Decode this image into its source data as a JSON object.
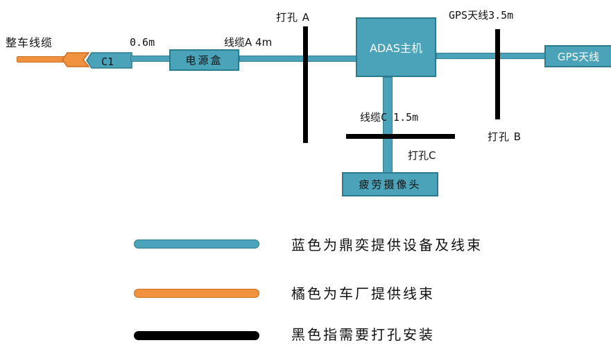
{
  "diagram": {
    "vehicle_harness_label": "整车线缆",
    "c1_connector_label": "C1",
    "length_06_label": "0.6m",
    "power_box_label": "电源盒",
    "cable_a_label": "线缆A 4m",
    "drill_a_label": "打孔 A",
    "adas_host_label": "ADAS主机",
    "gps_antenna_cable_label": "GPS天线3.5m",
    "gps_antenna_label": "GPS天线",
    "drill_b_label": "打孔 B",
    "cable_c_label": "线缆C 1.5m",
    "drill_c_label": "打孔C",
    "fatigue_camera_label": "疲劳摄像头"
  },
  "legend": [
    {
      "text": "蓝色为鼎奕提供设备及线束",
      "color": "#4aa3b8"
    },
    {
      "text": "橘色为车厂提供线束",
      "color": "#f0923f"
    },
    {
      "text": "黑色指需要打孔安装",
      "color": "#000000"
    }
  ]
}
